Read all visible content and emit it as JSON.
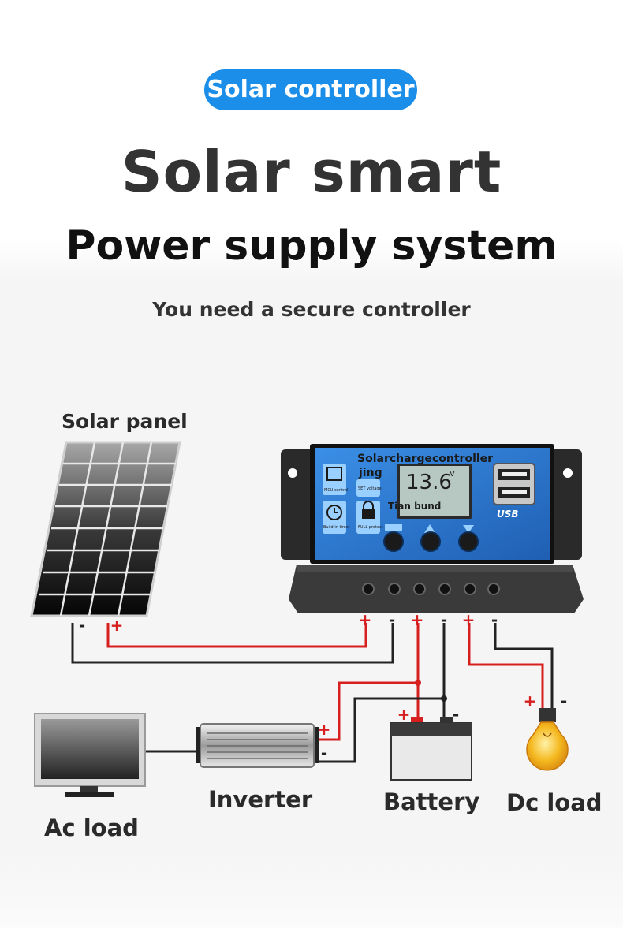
{
  "header": {
    "badge": "Solar controller",
    "title_line1": "Solar smart",
    "title_line2": "Power supply system",
    "subtitle": "You need a secure controller"
  },
  "diagram": {
    "solar_panel_label": "Solar panel",
    "controller": {
      "brand_text": "Solarchargecontroller",
      "brand_text2": "jing",
      "lcd_reading": "13.6",
      "lcd_unit": "V",
      "lcd_caption": "Tian bund",
      "usb_label": "USB",
      "feature_icons": [
        {
          "icon": "chip-icon",
          "label": "MCU control"
        },
        {
          "icon": "set-icon",
          "label": "SET voltage"
        },
        {
          "icon": "clock-icon",
          "label": "Build-in timer"
        },
        {
          "icon": "lock-icon",
          "label": "FULL protect"
        }
      ],
      "buttons": [
        "return",
        "up",
        "down"
      ]
    },
    "terminal_signs": [
      "+",
      "-",
      "+",
      "-",
      "+",
      "-"
    ],
    "panel_signs": [
      "-",
      "+"
    ],
    "inverter_label": "Inverter",
    "inverter_signs": [
      "+",
      "-"
    ],
    "battery_label": "Battery",
    "battery_signs": [
      "+",
      "-"
    ],
    "dc_load_label": "Dc load",
    "dc_load_signs": [
      "+",
      "-"
    ],
    "ac_load_label": "Ac load",
    "colors": {
      "positive_wire": "#d62020",
      "negative_wire": "#222222",
      "accent": "#1a8ee8",
      "controller_face": "#2f7fd6"
    }
  }
}
